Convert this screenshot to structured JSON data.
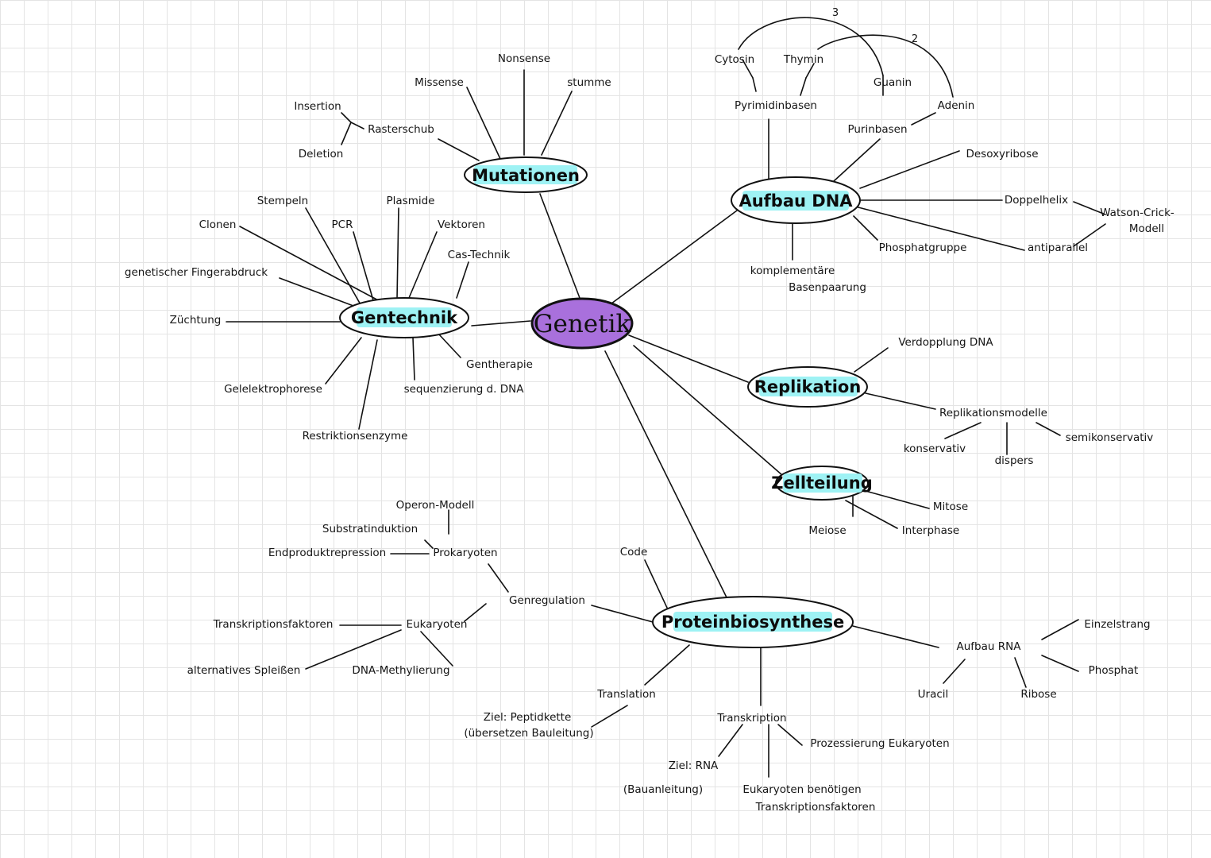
{
  "center": {
    "label": "Genetik",
    "color": "#a970dc"
  },
  "topic_fill": "#9ef2f4",
  "topics": {
    "mutationen": "Mutationen",
    "gentechnik": "Gentechnik",
    "aufbau_dna": "Aufbau DNA",
    "replikation": "Replikation",
    "zellteilung": "Zellteilung",
    "proteinbiosynthese": "Proteinbiosynthese"
  },
  "leaves": {
    "nonsense": "Nonsense",
    "missense": "Missense",
    "stumme": "stumme",
    "insertion": "Insertion",
    "rasterschub": "Rasterschub",
    "deletion": "Deletion",
    "stempeln": "Stempeln",
    "plasmide": "Plasmide",
    "clonen": "Clonen",
    "pcr": "PCR",
    "vektoren": "Vektoren",
    "cas_technik": "Cas-Technik",
    "fingerabdruck": "genetischer Fingerabdruck",
    "zuechtung": "Züchtung",
    "gentherapie": "Gentherapie",
    "gelelektrophorese": "Gelelektrophorese",
    "sequenzierung": "sequenzierung d. DNA",
    "restriktionsenzyme": "Restriktionsenzyme",
    "cytosin": "Cytosin",
    "thymin": "Thymin",
    "guanin": "Guanin",
    "adenin": "Adenin",
    "pyrimidinbasen": "Pyrimidinbasen",
    "purinbasen": "Purinbasen",
    "desoxyribose": "Desoxyribose",
    "doppelhelix": "Doppelhelix",
    "watson_crick_line1": "Watson-Crick-",
    "watson_crick_line2": "Modell",
    "antiparallel": "antiparallel",
    "phosphatgruppe": "Phosphatgruppe",
    "komplementaer_line1": "komplementäre",
    "komplementaer_line2": "Basenpaarung",
    "verdopplung": "Verdopplung DNA",
    "replikationsmodelle": "Replikationsmodelle",
    "konservativ": "konservativ",
    "semikonservativ": "semikonservativ",
    "dispers": "dispers",
    "mitose": "Mitose",
    "meiose": "Meiose",
    "interphase": "Interphase",
    "operon_modell": "Operon-Modell",
    "substratinduktion": "Substratinduktion",
    "endproduktrepression": "Endproduktrepression",
    "prokaryoten": "Prokaryoten",
    "genregulation": "Genregulation",
    "transkriptionsfaktoren": "Transkriptionsfaktoren",
    "eukaryoten": "Eukaryoten",
    "alternatives_spleissen": "alternatives Spleißen",
    "dna_methylierung": "DNA-Methylierung",
    "code": "Code",
    "aufbau_rna": "Aufbau RNA",
    "einzelstrang": "Einzelstrang",
    "phosphat": "Phosphat",
    "uracil": "Uracil",
    "ribose": "Ribose",
    "translation": "Translation",
    "ziel_peptid_line1": "Ziel: Peptidkette",
    "ziel_peptid_line2": "(übersetzen Bauleitung)",
    "transkription": "Transkription",
    "prozessierung": "Prozessierung Eukaryoten",
    "ziel_rna_line1": "Ziel: RNA",
    "ziel_rna_line2": "(Bauanleitung)",
    "eukaryoten_benoetigen_line1": "Eukaryoten benötigen",
    "eukaryoten_benoetigen_line2": "Transkriptionsfaktoren"
  },
  "bond_counts": {
    "cytosin_guanin": "3",
    "thymin_adenin": "2"
  }
}
